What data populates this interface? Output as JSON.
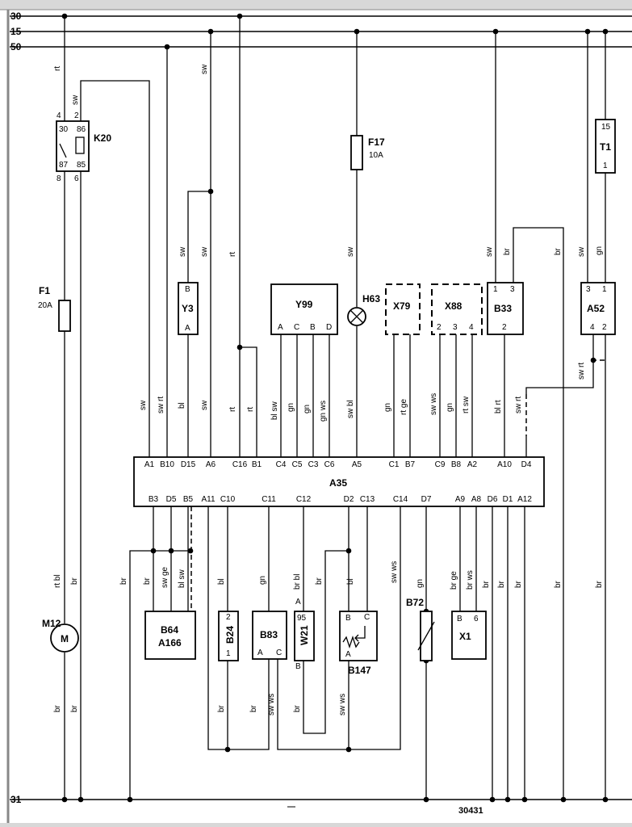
{
  "rails": {
    "r30": "30",
    "r15": "15",
    "r50": "50",
    "r31": "31"
  },
  "drawing_number": "30431",
  "wire_colors": {
    "rt": "rt",
    "sw": "sw",
    "br": "br",
    "bl": "bl",
    "gn": "gn",
    "sw_rt": "sw rt",
    "bl_sw": "bl sw",
    "gn_ws": "gn ws",
    "sw_bl": "sw bl",
    "rt_ge": "rt ge",
    "sw_ws": "sw ws",
    "rt_sw": "rt sw",
    "bl_rt": "bl rt",
    "rt_bl": "rt bl",
    "sw_ge": "sw ge",
    "br_bl": "br bl",
    "br_ge": "br ge",
    "br_ws": "br ws"
  },
  "components": {
    "k20": {
      "label": "K20",
      "p30": "30",
      "p86": "86",
      "p87": "87",
      "p85": "85",
      "pin4": "4",
      "pin2": "2",
      "pin8": "8",
      "pin6": "6"
    },
    "f1": {
      "label": "F1",
      "rating": "20A"
    },
    "f17": {
      "label": "F17",
      "rating": "10A"
    },
    "t1": {
      "label": "T1",
      "p15": "15",
      "p1": "1"
    },
    "y3": {
      "label": "Y3",
      "pb": "B",
      "pa": "A"
    },
    "y99": {
      "label": "Y99",
      "pa": "A",
      "pc": "C",
      "pb": "B",
      "pd": "D"
    },
    "h63": {
      "label": "H63"
    },
    "x79": {
      "label": "X79"
    },
    "x88": {
      "label": "X88",
      "p2": "2",
      "p3": "3",
      "p4": "4"
    },
    "b33": {
      "label": "B33",
      "p1": "1",
      "p3": "3",
      "p2": "2"
    },
    "a52": {
      "label": "A52",
      "p3": "3",
      "p1": "1",
      "p4": "4",
      "p2": "2"
    },
    "a35": {
      "label": "A35"
    },
    "m12": {
      "label": "M12",
      "symbol": "M"
    },
    "b64": {
      "label1": "B64",
      "label2": "A166"
    },
    "b24": {
      "label": "B24",
      "p2": "2",
      "p1": "1"
    },
    "b83": {
      "label": "B83",
      "pa": "A",
      "pc": "C"
    },
    "w21": {
      "label": "W21",
      "pa": "A",
      "p95": "95",
      "pb": "B"
    },
    "b147": {
      "label": "B147",
      "pb": "B",
      "pc": "C",
      "pa": "A"
    },
    "b72": {
      "label": "B72"
    },
    "x1": {
      "label": "X1",
      "pb": "B",
      "p6": "6"
    }
  },
  "a35_top_pins": [
    "A1",
    "B10",
    "D15",
    "A6",
    "C16",
    "B1",
    "C4",
    "C5",
    "C3",
    "C6",
    "A5",
    "C1",
    "B7",
    "C9",
    "B8",
    "A2",
    "A10",
    "D4"
  ],
  "a35_bottom_pins": [
    "B3",
    "D5",
    "B5",
    "A11",
    "C10",
    "C11",
    "C12",
    "D2",
    "C13",
    "C14",
    "D7",
    "A9",
    "A8",
    "D6",
    "D1",
    "A12"
  ]
}
